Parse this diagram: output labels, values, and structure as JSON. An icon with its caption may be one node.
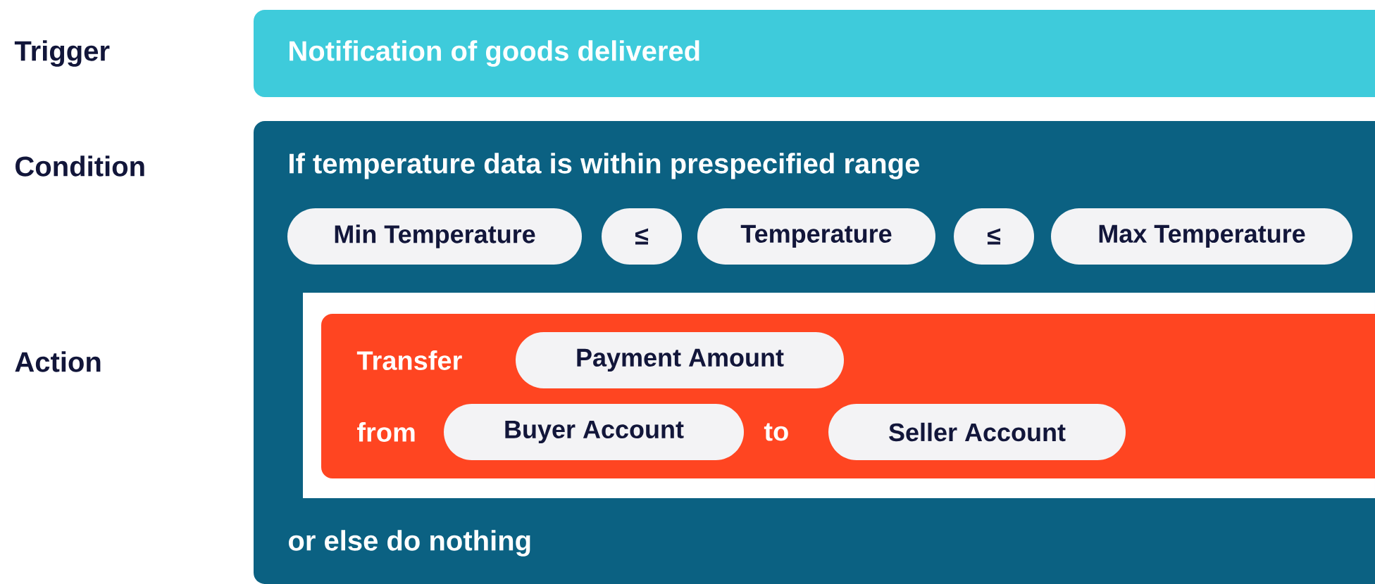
{
  "diagram": {
    "nodes": [
      {
        "text": [
          "Notification of goods delivered"
        ]
      },
      {
        "text": [
          "If temperature data is within prespecified range",
          "or else do nothing"
        ]
      },
      {
        "text": [
          "Min Temperature"
        ],
        "in": 1
      },
      {
        "text": [
          "≤"
        ],
        "in": 1
      },
      {
        "text": [
          "Temperature"
        ],
        "in": 1
      },
      {
        "text": [
          "≤"
        ],
        "in": 1
      },
      {
        "text": [
          "Max Temperature"
        ],
        "in": 1
      },
      {
        "text": [],
        "shape": "box",
        "in": 1
      },
      {
        "text": [
          "Transfer",
          "from",
          "to"
        ],
        "in": 7
      },
      {
        "text": [
          "Payment Amount"
        ],
        "in": 8
      },
      {
        "text": [
          "Buyer Account"
        ],
        "in": 8
      },
      {
        "text": [
          "Seller Account"
        ],
        "in": 8
      }
    ],
    "labels": [
      "Trigger",
      "Condition",
      "Action"
    ]
  }
}
